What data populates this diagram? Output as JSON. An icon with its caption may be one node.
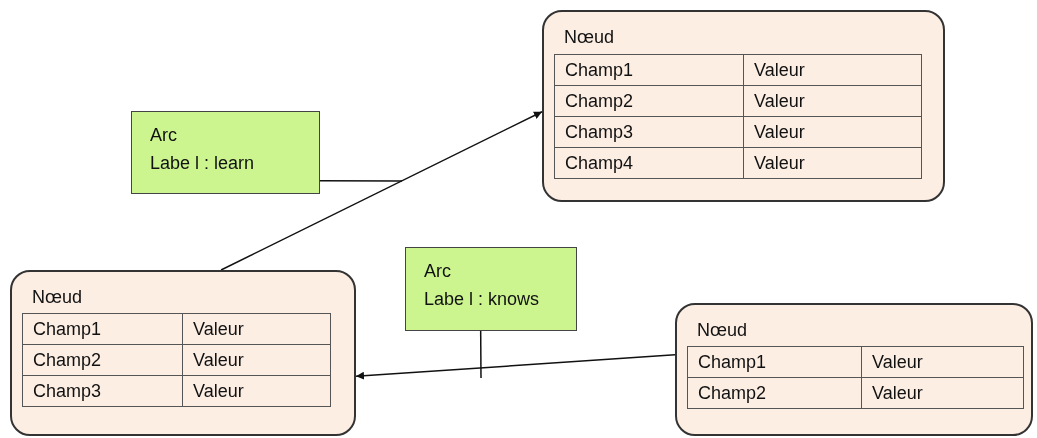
{
  "diagram": {
    "nodes": [
      {
        "text": [
          "Nœud",
          "Champ1",
          "Valeur",
          "Champ2",
          "Valeur",
          "Champ3",
          "Valeur",
          "Champ4",
          "Valeur"
        ]
      },
      {
        "text": [
          "Arc",
          "Labe l : learn"
        ]
      },
      {
        "text": [
          "Arc",
          "Labe l : knows"
        ]
      },
      {
        "text": [
          "Nœud",
          "Champ1",
          "Valeur",
          "Champ2",
          "Valeur",
          "Champ3",
          "Valeur"
        ]
      },
      {
        "text": [
          "Nœud",
          "Champ1",
          "Valeur",
          "Champ2",
          "Valeur"
        ]
      }
    ],
    "edges": [
      {
        "from": 3,
        "to": 0,
        "arrow": "to"
      },
      {
        "from": 4,
        "to": 3,
        "arrow": "to"
      },
      {
        "from": 1,
        "to": null,
        "arrow": "none"
      },
      {
        "from": 2,
        "to": null,
        "arrow": "none"
      }
    ]
  }
}
